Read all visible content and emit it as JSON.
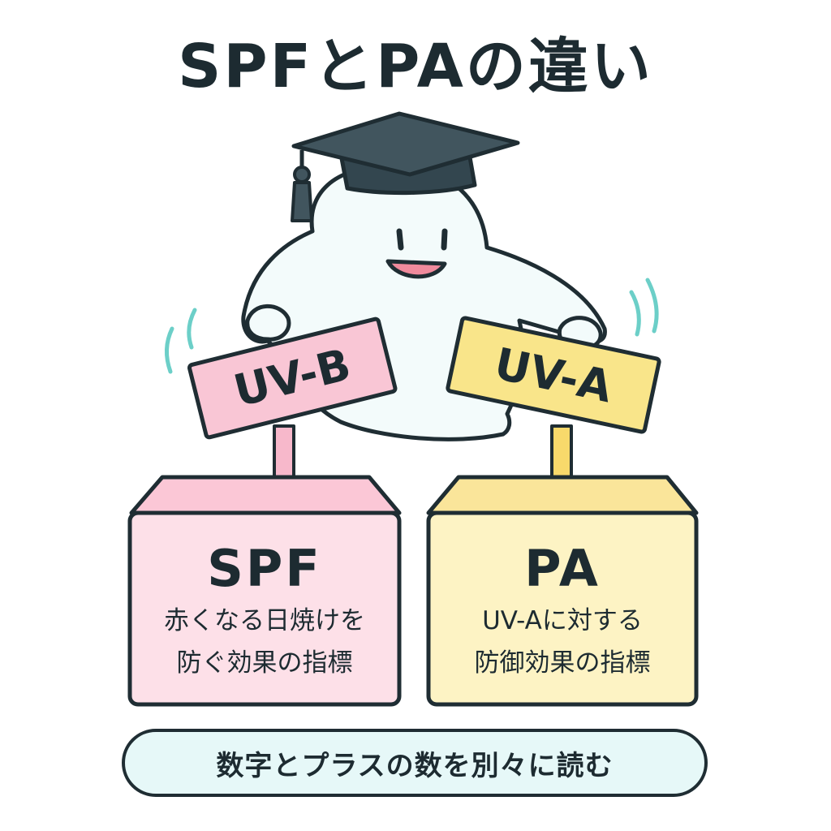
{
  "title": "SPFとPAの違い",
  "signs": {
    "left": "UV-B",
    "right": "UV-A"
  },
  "boxes": {
    "left": {
      "title": "SPF",
      "desc_line1": "赤くなる日焼けを",
      "desc_line2": "防ぐ効果の指標",
      "color": "#fbd3df"
    },
    "right": {
      "title": "PA",
      "desc_line1": "UV-Aに対する",
      "desc_line2": "防御効果の指標",
      "color": "#fbefb2"
    }
  },
  "footer": "数字とプラスの数を別々に読む",
  "colors": {
    "outline": "#1f2d33",
    "pink": "#f9c6d5",
    "yellow": "#f9e58a",
    "teal": "#6ccfc8",
    "footer_bg": "#e6f8f8"
  },
  "icons": {
    "mascot": "ghost-mascot-icon",
    "cap": "graduation-cap-icon"
  }
}
